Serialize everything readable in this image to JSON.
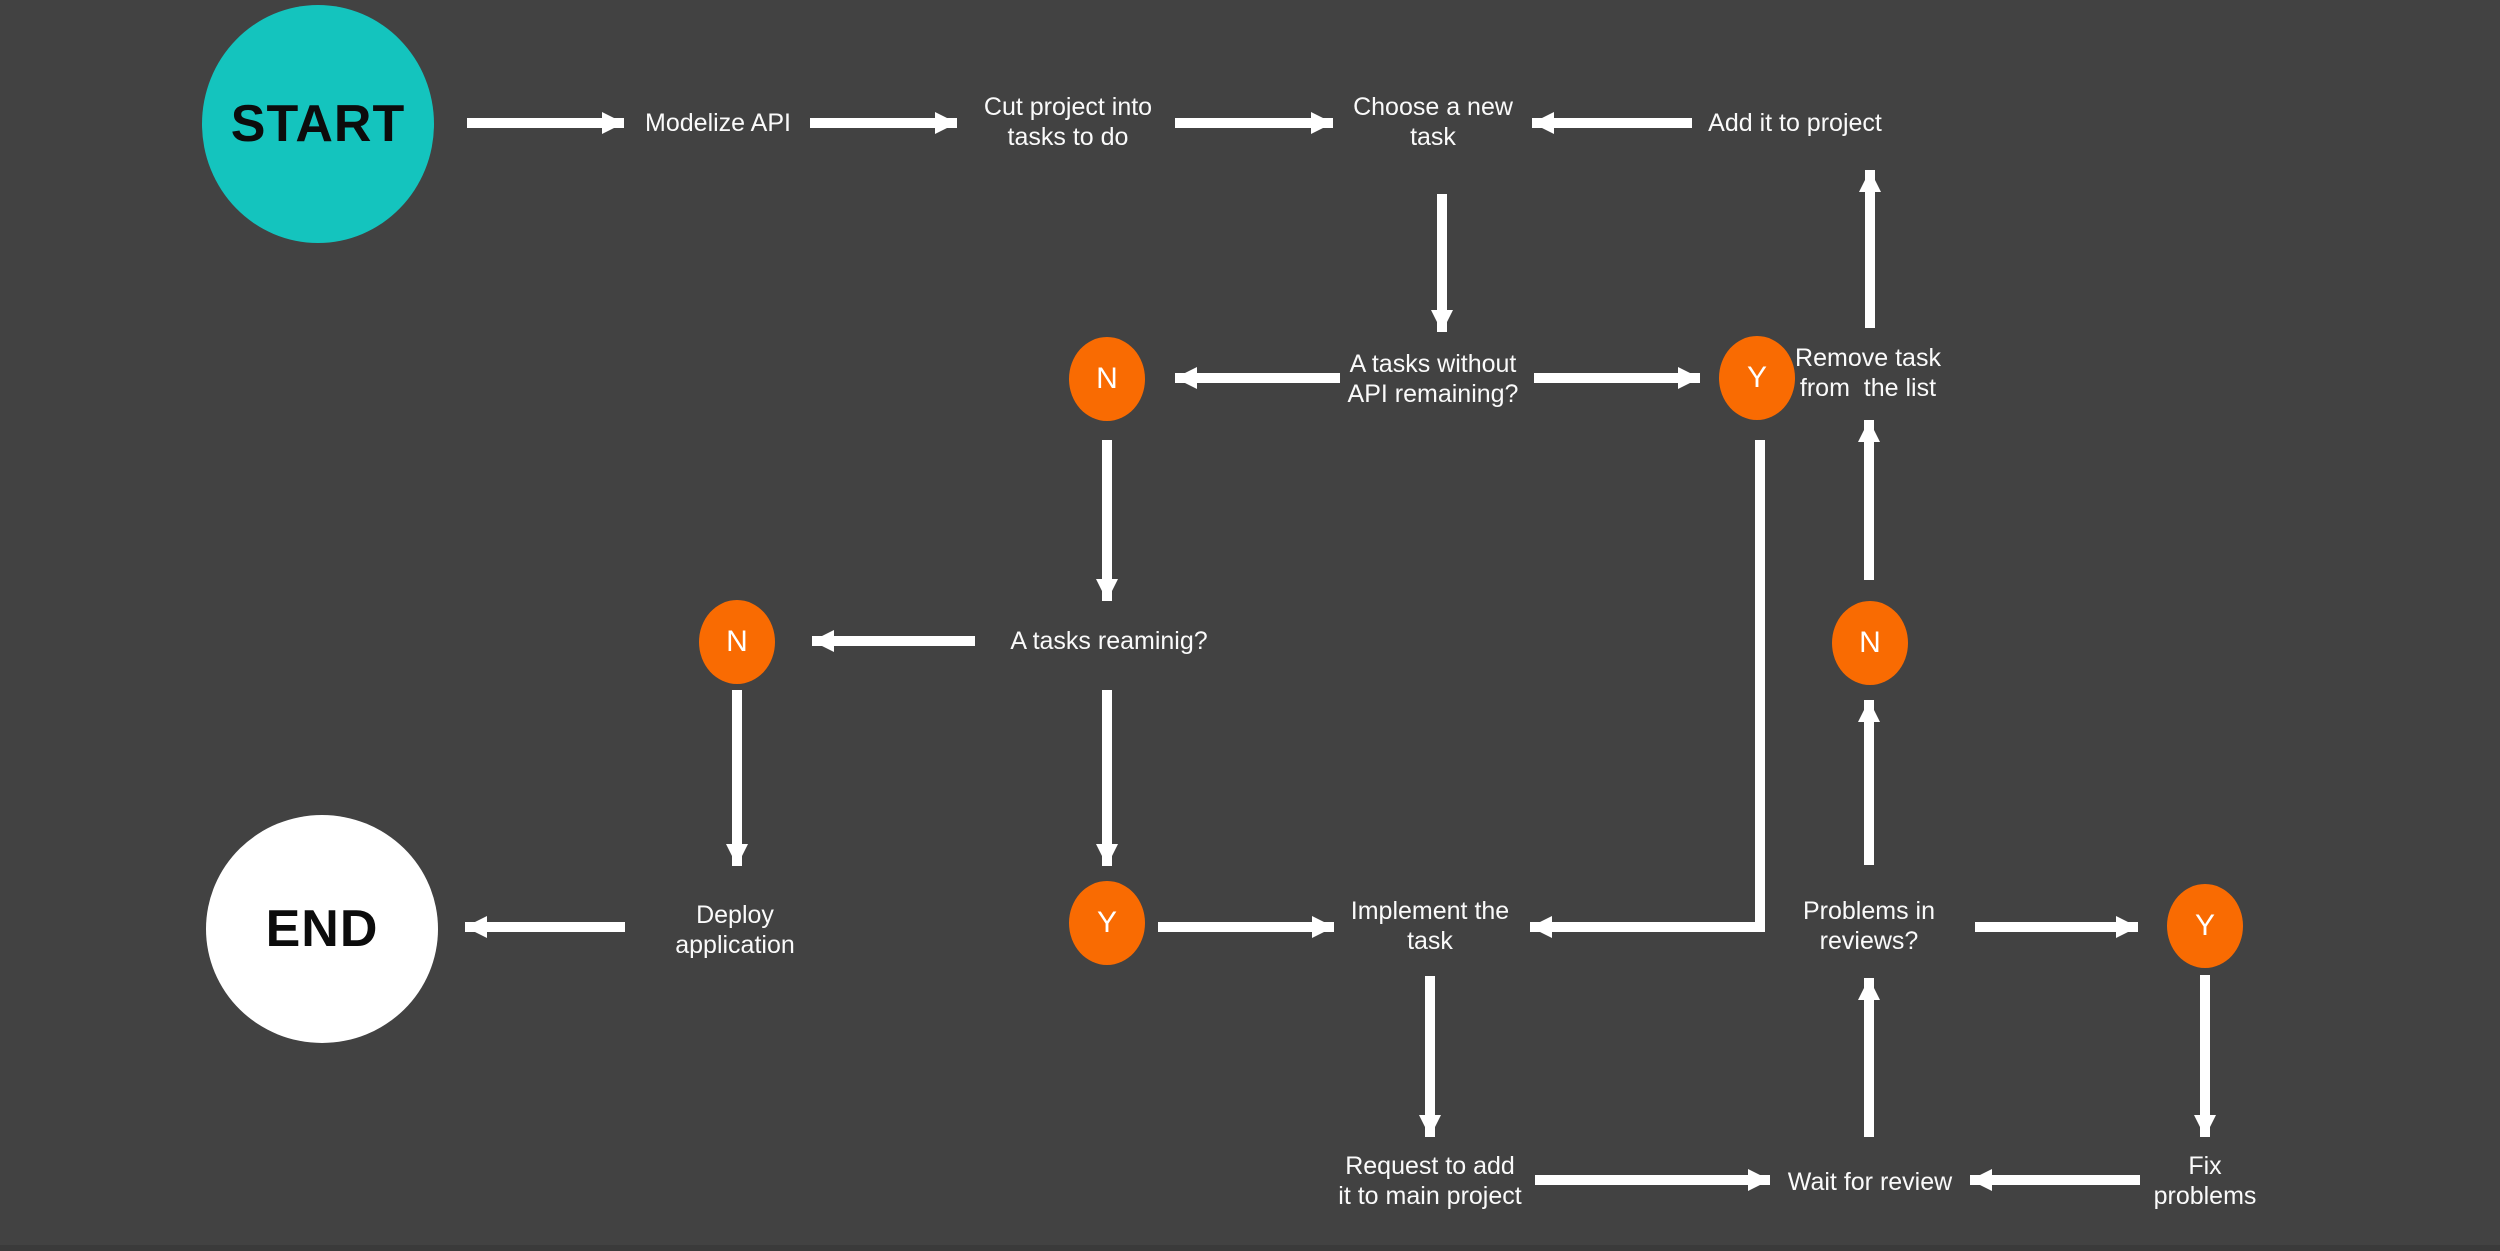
{
  "colors": {
    "background": "#424242",
    "terminal_start_fill": "#14c4be",
    "terminal_end_fill": "#ffffff",
    "badge_fill": "#f96b02",
    "arrow": "#ffffff",
    "label_text": "#fafafa",
    "terminal_text": "#0c0c0c"
  },
  "flowchart": {
    "terminals": {
      "start": {
        "label": "START"
      },
      "end": {
        "label": "END"
      }
    },
    "steps": {
      "modelize_api": {
        "label": "Modelize API"
      },
      "cut_project": {
        "label": "Cut project into\ntasks to do"
      },
      "choose_task": {
        "label": "Choose a new\ntask"
      },
      "add_to_project": {
        "label": "Add it to project"
      },
      "tasks_without_api": {
        "label": "A tasks without\nAPI remaining?"
      },
      "remove_task": {
        "label": "Remove task\nfrom  the list"
      },
      "tasks_remaining": {
        "label": "A tasks reaminig?"
      },
      "deploy": {
        "label": "Deploy\napplication"
      },
      "implement": {
        "label": "Implement the\ntask"
      },
      "problems_in_reviews": {
        "label": "Problems in\nreviews?"
      },
      "request_add": {
        "label": "Request to add\nit to main project"
      },
      "wait_review": {
        "label": "Wait for review"
      },
      "fix_problems": {
        "label": "Fix\nproblems"
      }
    },
    "badges": {
      "no_mid": {
        "label": "N"
      },
      "yes_top": {
        "label": "Y"
      },
      "no_left": {
        "label": "N"
      },
      "no_right": {
        "label": "N"
      },
      "yes_mid": {
        "label": "Y"
      },
      "yes_right": {
        "label": "Y"
      }
    }
  }
}
